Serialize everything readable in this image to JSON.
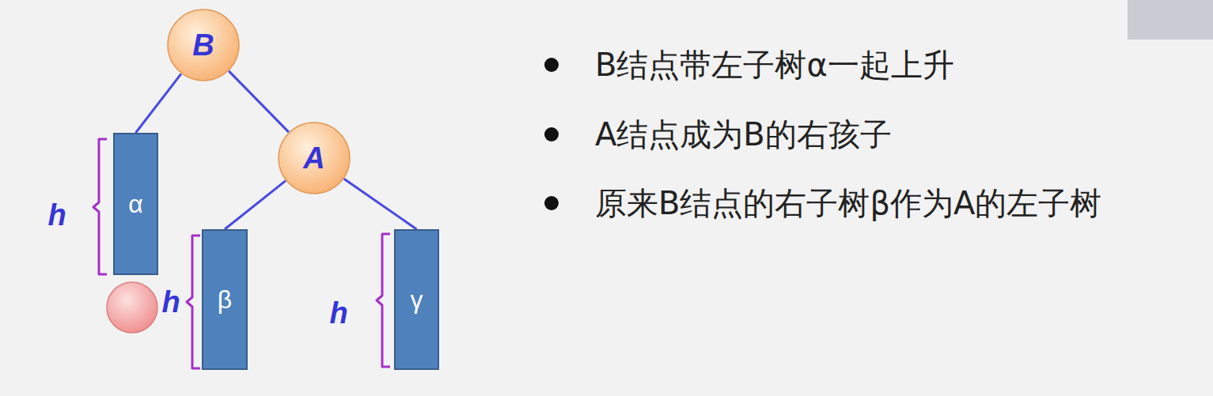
{
  "diagram": {
    "nodes": [
      {
        "text": [
          "B"
        ]
      },
      {
        "text": [
          "α"
        ]
      },
      {
        "text": [
          "A"
        ]
      },
      {
        "text": [
          "β"
        ]
      },
      {
        "text": [
          "γ"
        ]
      }
    ],
    "edges": [
      {
        "from": 0,
        "to": 1,
        "arrow": "none"
      },
      {
        "from": 0,
        "to": 2,
        "arrow": "none"
      },
      {
        "from": 2,
        "to": 3,
        "arrow": "none"
      },
      {
        "from": 2,
        "to": 4,
        "arrow": "none"
      }
    ],
    "labels": [
      "h",
      "h",
      "h",
      "B结点带左子树α一起上升",
      "A结点成为B的右孩子",
      "原来B结点的右子树β作为A的左子树"
    ]
  }
}
